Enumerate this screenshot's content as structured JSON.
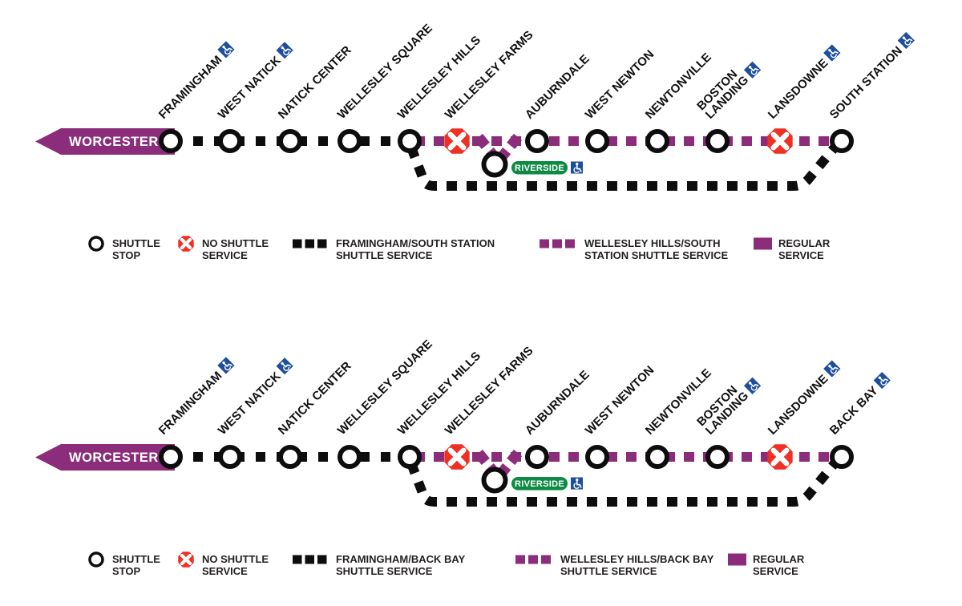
{
  "colors": {
    "purple": "#8B2D7B",
    "line_black": "#0d0d0d",
    "red": "#EE3124",
    "green": "#0E8A44",
    "blue": "#1D4F9E",
    "white": "#FFFFFF",
    "text": "#231F20"
  },
  "diagrams": [
    {
      "name": "south-station-scenario",
      "terminal_label": "WORCESTER",
      "stations": [
        {
          "label": "FRAMINGHAM",
          "accessible": true,
          "status": "shuttle-stop"
        },
        {
          "label": "WEST NATICK",
          "accessible": true,
          "status": "shuttle-stop"
        },
        {
          "label": "NATICK CENTER",
          "accessible": false,
          "status": "shuttle-stop"
        },
        {
          "label": "WELLESLEY SQUARE",
          "accessible": false,
          "status": "shuttle-stop"
        },
        {
          "label": "WELLESLEY HILLS",
          "accessible": false,
          "status": "shuttle-stop"
        },
        {
          "label": "WELLESLEY FARMS",
          "accessible": false,
          "status": "no-shuttle-service"
        },
        {
          "label": "AUBURNDALE",
          "accessible": false,
          "status": "shuttle-stop"
        },
        {
          "label": "WEST NEWTON",
          "accessible": false,
          "status": "shuttle-stop"
        },
        {
          "label": "NEWTONVILLE",
          "accessible": false,
          "status": "shuttle-stop"
        },
        {
          "label": "BOSTON LANDING",
          "accessible": true,
          "status": "shuttle-stop",
          "lines": [
            "BOSTON",
            "LANDING"
          ]
        },
        {
          "label": "LANSDOWNE",
          "accessible": true,
          "status": "no-shuttle-service"
        },
        {
          "label": "SOUTH STATION",
          "accessible": true,
          "status": "shuttle-stop"
        }
      ],
      "branch_station": {
        "label": "RIVERSIDE",
        "accessible": true
      },
      "legend": [
        {
          "icon": "shuttle-stop-icon",
          "label": [
            "SHUTTLE",
            "STOP"
          ]
        },
        {
          "icon": "no-shuttle-icon",
          "label": [
            "NO SHUTTLE",
            "SERVICE"
          ]
        },
        {
          "icon": "black-dash-icon",
          "label": [
            "FRAMINGHAM/SOUTH STATION",
            "SHUTTLE SERVICE"
          ]
        },
        {
          "icon": "purple-dash-icon",
          "label": [
            "WELLESLEY HILLS/SOUTH",
            "STATION SHUTTLE SERVICE"
          ]
        },
        {
          "icon": "regular-service-icon",
          "label": [
            "REGULAR",
            "SERVICE"
          ]
        }
      ]
    },
    {
      "name": "back-bay-scenario",
      "terminal_label": "WORCESTER",
      "stations": [
        {
          "label": "FRAMINGHAM",
          "accessible": true,
          "status": "shuttle-stop"
        },
        {
          "label": "WEST NATICK",
          "accessible": true,
          "status": "shuttle-stop"
        },
        {
          "label": "NATICK CENTER",
          "accessible": false,
          "status": "shuttle-stop"
        },
        {
          "label": "WELLESLEY SQUARE",
          "accessible": false,
          "status": "shuttle-stop"
        },
        {
          "label": "WELLESLEY HILLS",
          "accessible": false,
          "status": "shuttle-stop"
        },
        {
          "label": "WELLESLEY FARMS",
          "accessible": false,
          "status": "no-shuttle-service"
        },
        {
          "label": "AUBURNDALE",
          "accessible": false,
          "status": "shuttle-stop"
        },
        {
          "label": "WEST NEWTON",
          "accessible": false,
          "status": "shuttle-stop"
        },
        {
          "label": "NEWTONVILLE",
          "accessible": false,
          "status": "shuttle-stop"
        },
        {
          "label": "BOSTON LANDING",
          "accessible": true,
          "status": "shuttle-stop",
          "lines": [
            "BOSTON",
            "LANDING"
          ]
        },
        {
          "label": "LANSDOWNE",
          "accessible": true,
          "status": "no-shuttle-service"
        },
        {
          "label": "BACK BAY",
          "accessible": true,
          "status": "shuttle-stop"
        }
      ],
      "branch_station": {
        "label": "RIVERSIDE",
        "accessible": true
      },
      "legend": [
        {
          "icon": "shuttle-stop-icon",
          "label": [
            "SHUTTLE",
            "STOP"
          ]
        },
        {
          "icon": "no-shuttle-icon",
          "label": [
            "NO SHUTTLE",
            "SERVICE"
          ]
        },
        {
          "icon": "black-dash-icon",
          "label": [
            "FRAMINGHAM/BACK BAY",
            "SHUTTLE SERVICE"
          ]
        },
        {
          "icon": "purple-dash-icon",
          "label": [
            "WELLESLEY HILLS/BACK BAY",
            "SHUTTLE SERVICE"
          ]
        },
        {
          "icon": "regular-service-icon",
          "label": [
            "REGULAR",
            "SERVICE"
          ]
        }
      ]
    }
  ]
}
